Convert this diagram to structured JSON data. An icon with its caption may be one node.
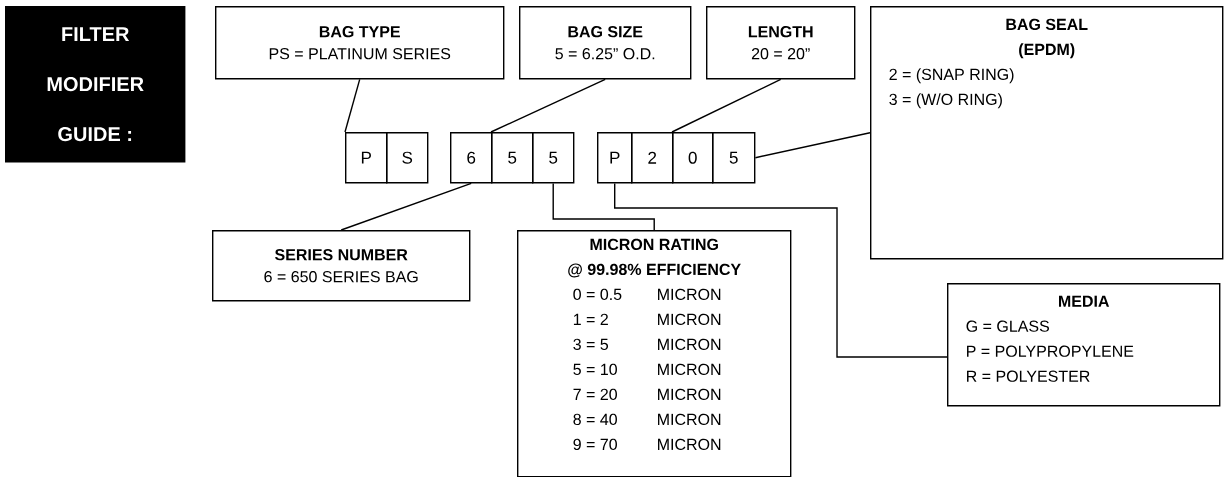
{
  "diagram": {
    "nodes": [
      {
        "text": [
          "FILTER",
          "MODIFIER",
          "GUIDE :"
        ]
      },
      {
        "text": [
          "BAG TYPE",
          "PS = PLATINUM SERIES"
        ]
      },
      {
        "text": [
          "BAG SIZE",
          "5 = 6.25” O.D."
        ]
      },
      {
        "text": [
          "LENGTH",
          "20 = 20”"
        ]
      },
      {
        "text": [
          "BAG SEAL",
          "(EPDM)",
          "2 = (SNAP RING)",
          "3 = (W/O RING)"
        ]
      },
      {
        "text": [
          "P"
        ]
      },
      {
        "text": [
          "S"
        ]
      },
      {
        "text": [
          "6"
        ]
      },
      {
        "text": [
          "5"
        ]
      },
      {
        "text": [
          "5"
        ]
      },
      {
        "text": [
          "P"
        ]
      },
      {
        "text": [
          "2"
        ]
      },
      {
        "text": [
          "0"
        ]
      },
      {
        "text": [
          "5"
        ]
      },
      {
        "text": [
          "SERIES NUMBER",
          "6 = 650 SERIES BAG"
        ]
      },
      {
        "text": [
          "MICRON RATING",
          "@ 99.98% EFFICIENCY",
          "0 = 0.5",
          "MICRON",
          "1 = 2",
          "MICRON",
          "3 = 5",
          "MICRON",
          "5 = 10",
          "MICRON",
          "7 = 20",
          "MICRON",
          "8 = 40",
          "MICRON",
          "9 = 70",
          "MICRON"
        ]
      },
      {
        "text": [
          "MEDIA",
          "G = GLASS",
          "P = POLYPROPYLENE",
          "R = POLYESTER"
        ]
      }
    ],
    "edges": [
      {
        "from": 1,
        "to": 5,
        "arrow": "none"
      },
      {
        "from": 2,
        "to": 8,
        "arrow": "none"
      },
      {
        "from": 3,
        "to": 12,
        "arrow": "none"
      },
      {
        "from": 4,
        "to": 13,
        "arrow": "none"
      },
      {
        "from": 14,
        "to": 7,
        "arrow": "none"
      },
      {
        "from": 15,
        "to": 9,
        "arrow": "none"
      },
      {
        "from": 16,
        "to": 10,
        "arrow": "none"
      }
    ]
  }
}
